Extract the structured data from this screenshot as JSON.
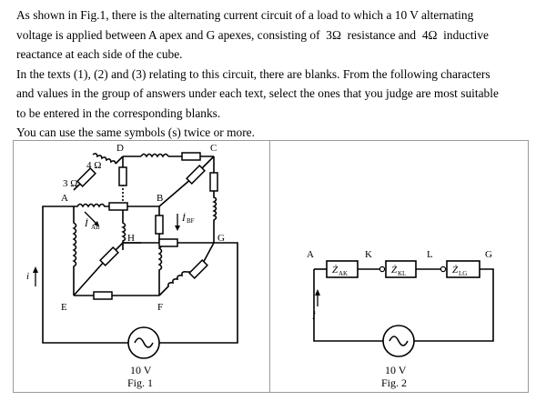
{
  "problem": {
    "p1": [
      "As shown in Fig.1, there is the alternating current circuit of a load to which a 10 V alternating",
      "voltage is applied between A apex and G apexes, consisting of",
      "3Ω",
      "resistance and",
      "4Ω",
      "inductive",
      "reactance at each side of the cube."
    ],
    "p2": [
      "In the texts (1), (2) and (3) relating to this circuit, there are blanks. From the following characters",
      "and values in the group of answers under each text, select the ones that you judge are most suitable",
      "to be entered in the corresponding blanks."
    ],
    "p3": "You can use the same symbols (s) twice or more."
  },
  "fig1": {
    "nodes": {
      "A": "A",
      "B": "B",
      "C": "C",
      "D": "D",
      "E": "E",
      "F": "F",
      "G": "G",
      "H": "H"
    },
    "r_label": "3 Ω",
    "l_label": "4 Ω",
    "current_i": "i",
    "current_iab": "İ",
    "current_iab_sub": "AB",
    "current_ibf": "İ",
    "current_ibf_sub": "BF",
    "source_value": "10 V",
    "caption": "Fig. 1"
  },
  "fig2": {
    "nodes": {
      "A": "A",
      "K": "K",
      "L": "L",
      "G": "G"
    },
    "z1": "Ż",
    "z1_sub": "AK",
    "z2": "Ż",
    "z2_sub": "KL",
    "z3": "Ż",
    "z3_sub": "LG",
    "current_i": "İ",
    "source_value": "10 V",
    "caption": "Fig. 2"
  }
}
